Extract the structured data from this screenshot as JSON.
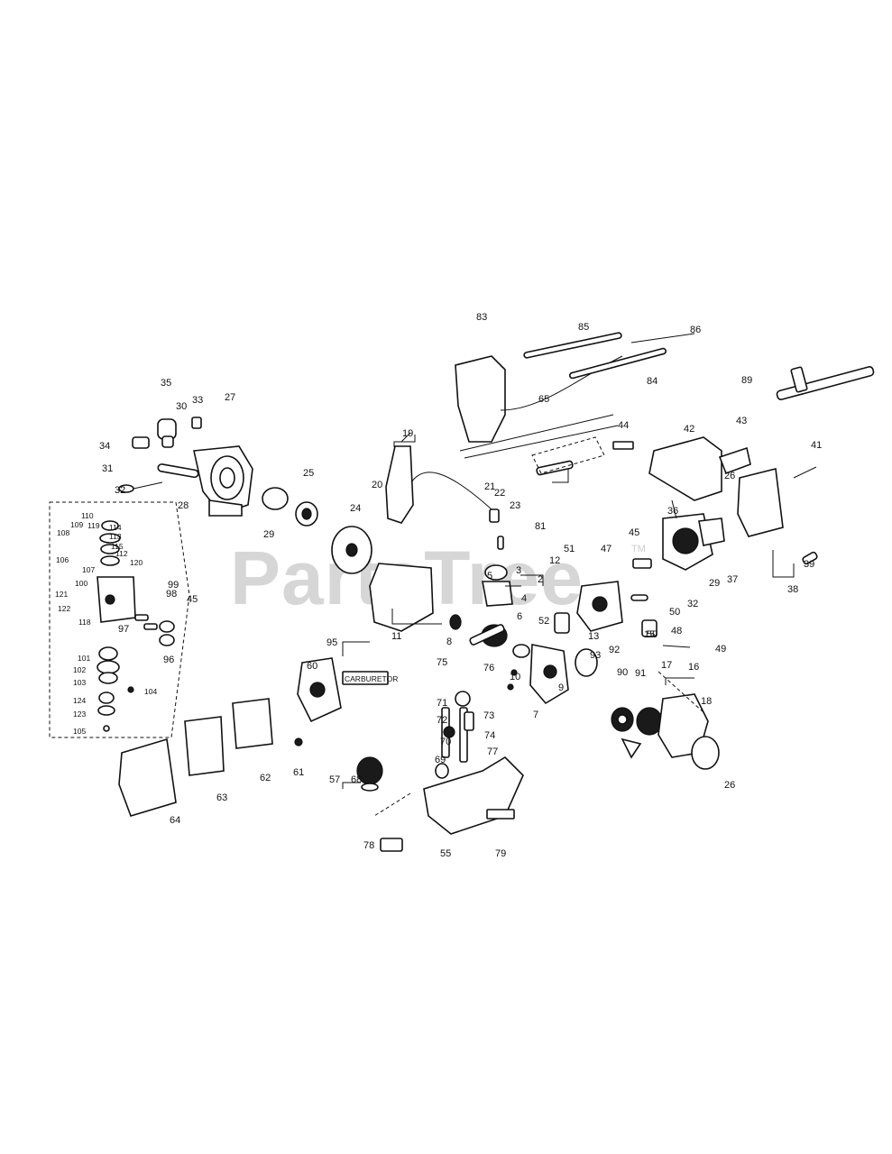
{
  "watermark": {
    "text": "PartsTree",
    "trademark": "TM"
  },
  "carb_tag": "CARBURETOR",
  "labels": [
    "35",
    "33",
    "30",
    "27",
    "34",
    "31",
    "32",
    "28",
    "29",
    "25",
    "24",
    "20",
    "19",
    "21",
    "22",
    "23",
    "83",
    "85",
    "86",
    "84",
    "89",
    "65",
    "44",
    "81",
    "42",
    "43",
    "26",
    "41",
    "36",
    "45",
    "47",
    "51",
    "12",
    "3",
    "2",
    "4",
    "5",
    "6",
    "52",
    "50",
    "48",
    "49",
    "37",
    "38",
    "39",
    "32",
    "29",
    "11",
    "8",
    "9",
    "10",
    "13",
    "7",
    "93",
    "92",
    "91",
    "90",
    "15",
    "17",
    "16",
    "18",
    "26",
    "50",
    "95",
    "60",
    "75",
    "76",
    "71",
    "72",
    "73",
    "74",
    "70",
    "77",
    "69",
    "57",
    "68",
    "61",
    "62",
    "63",
    "64",
    "78",
    "55",
    "79",
    "110",
    "109",
    "119",
    "114",
    "113",
    "108",
    "115",
    "106",
    "107",
    "112",
    "120",
    "99",
    "98",
    "121",
    "100",
    "122",
    "118",
    "97",
    "96",
    "101",
    "102",
    "103",
    "104",
    "124",
    "123",
    "105",
    "45"
  ]
}
